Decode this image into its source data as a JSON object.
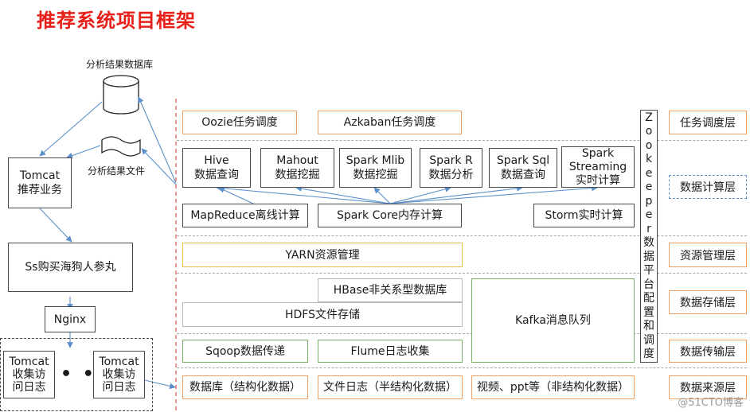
{
  "title": "推荐系统项目框架",
  "left": {
    "db_label": "分析结果数据库",
    "file_label": "分析结果文件",
    "tomcat_rec": "Tomcat\n推荐业务",
    "ss_app": "Ss购买海狗人参丸",
    "nginx": "Nginx",
    "tomcat_log_1": "Tomcat\n收集访\n问日志",
    "tomcat_log_2": "Tomcat\n收集访\n问日志",
    "ellipsis": "• • •"
  },
  "schedule": {
    "oozie": "Oozie任务调度",
    "azkaban": "Azkaban任务调度"
  },
  "compute": {
    "hive": "Hive\n数据查询",
    "mahout": "Mahout\n数据挖掘",
    "spark_mlib": "Spark Mlib\n数据挖掘",
    "spark_r": "Spark R\n数据分析",
    "spark_sql": "Spark Sql\n数据查询",
    "spark_streaming": "Spark\nStreaming\n实时计算",
    "mapreduce": "MapReduce离线计算",
    "spark_core": "Spark Core内存计算",
    "storm": "Storm实时计算"
  },
  "resource": {
    "yarn": "YARN资源管理"
  },
  "storage": {
    "hbase": "HBase非关系型数据库",
    "hdfs": "HDFS文件存储",
    "kafka": "Kafka消息队列"
  },
  "transfer": {
    "sqoop": "Sqoop数据传递",
    "flume": "Flume日志收集"
  },
  "source": {
    "database": "数据库（结构化数据）",
    "file_log": "文件日志（半结构化数据）",
    "video": "视频、ppt等（非结构化数据）"
  },
  "zookeeper": [
    "Z",
    "o",
    "o",
    "k",
    "e",
    "e",
    "p",
    "e",
    "r",
    "数",
    "据",
    "平",
    "台",
    "配",
    "置",
    "和",
    "调",
    "度"
  ],
  "layers": {
    "task": "任务调度层",
    "compute": "数据计算层",
    "resource": "资源管理层",
    "storage": "数据存储层",
    "transfer": "数据传输层",
    "source": "数据来源层"
  },
  "watermark": "@51CTO博客"
}
